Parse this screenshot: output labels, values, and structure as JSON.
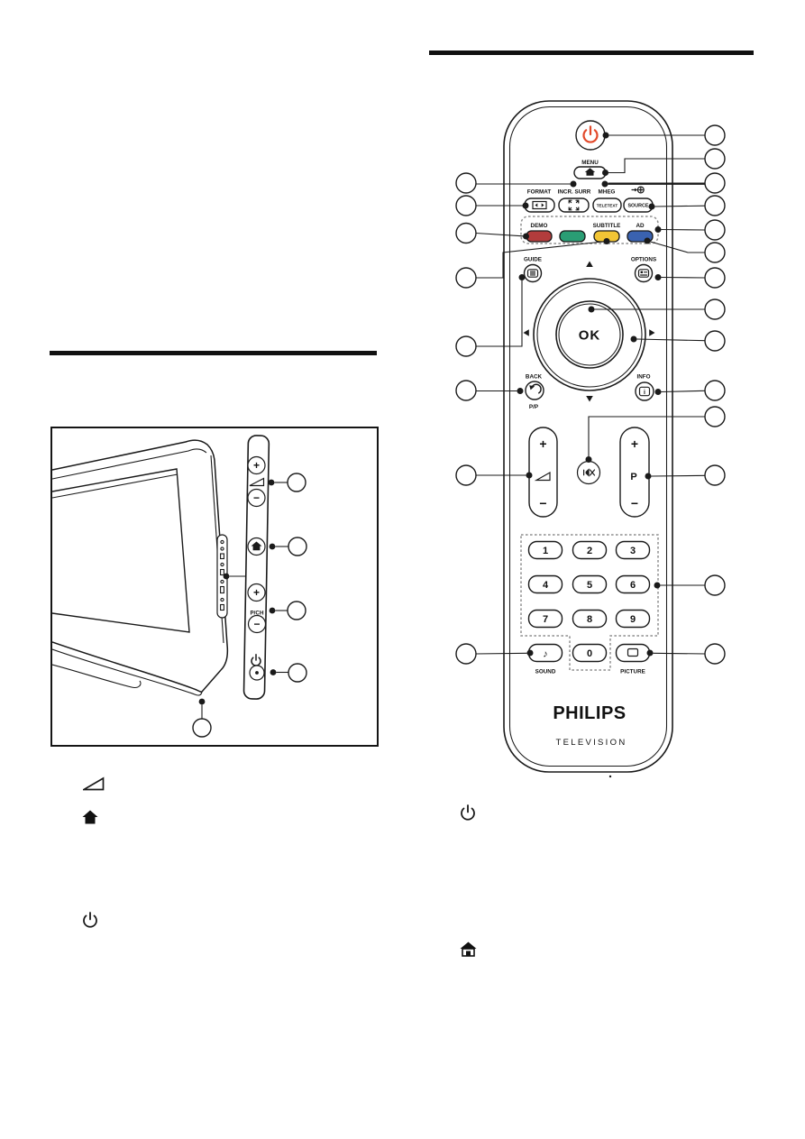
{
  "tv_figure": {
    "panel": {
      "plus": "+",
      "minus": "−",
      "p_ch": "P/CH"
    },
    "icons": {
      "volume": "volume-triangle-icon",
      "home": "home-icon",
      "power": "power-icon",
      "connectors": "side-connector-strip"
    },
    "callout_count": 5
  },
  "remote_figure": {
    "labels": {
      "menu": "MENU",
      "format": "FORMAT",
      "incr_surr": "INCR. SURR",
      "mheg": "MHEG",
      "teletext": "TELETEXT",
      "source": "SOURCE",
      "demo": "DEMO",
      "subtitle": "SUBTITLE",
      "ad": "AD",
      "guide": "GUIDE",
      "options": "OPTIONS",
      "ok": "OK",
      "back": "BACK",
      "pp": "P/P",
      "info": "INFO",
      "info_i": "i",
      "program": "P",
      "plus": "+",
      "minus": "−",
      "sound": "SOUND",
      "sound_note": "♪",
      "picture": "PICTURE",
      "brand": "PHILIPS",
      "product": "TELEVISION"
    },
    "digits": [
      "1",
      "2",
      "3",
      "4",
      "5",
      "6",
      "7",
      "8",
      "9",
      "0"
    ],
    "colors": {
      "power_glyph": "#e2492a",
      "demo": "#b23c3c",
      "green": "#2a9d74",
      "subtitle": "#f2c535",
      "ad": "#3a62b0"
    },
    "icons": {
      "power": "power-icon",
      "menu_home": "home-icon",
      "format": "picture-format-icon",
      "incr_surr": "expand-icon",
      "source": "source-plug-icon",
      "guide": "epg-bars-icon",
      "options": "options-list-icon",
      "back": "back-arrow-icon",
      "info": "info-icon",
      "mute": "mute-speaker-icon",
      "volume": "volume-triangle-icon",
      "sound": "music-note-icon",
      "picture": "picture-frame-icon"
    },
    "callout_count_left": 8,
    "callout_count_right": 14
  },
  "legend_icons": {
    "left": [
      "volume-triangle-icon",
      "home-icon",
      "power-icon"
    ],
    "right": [
      "power-icon",
      "home-icon"
    ]
  }
}
